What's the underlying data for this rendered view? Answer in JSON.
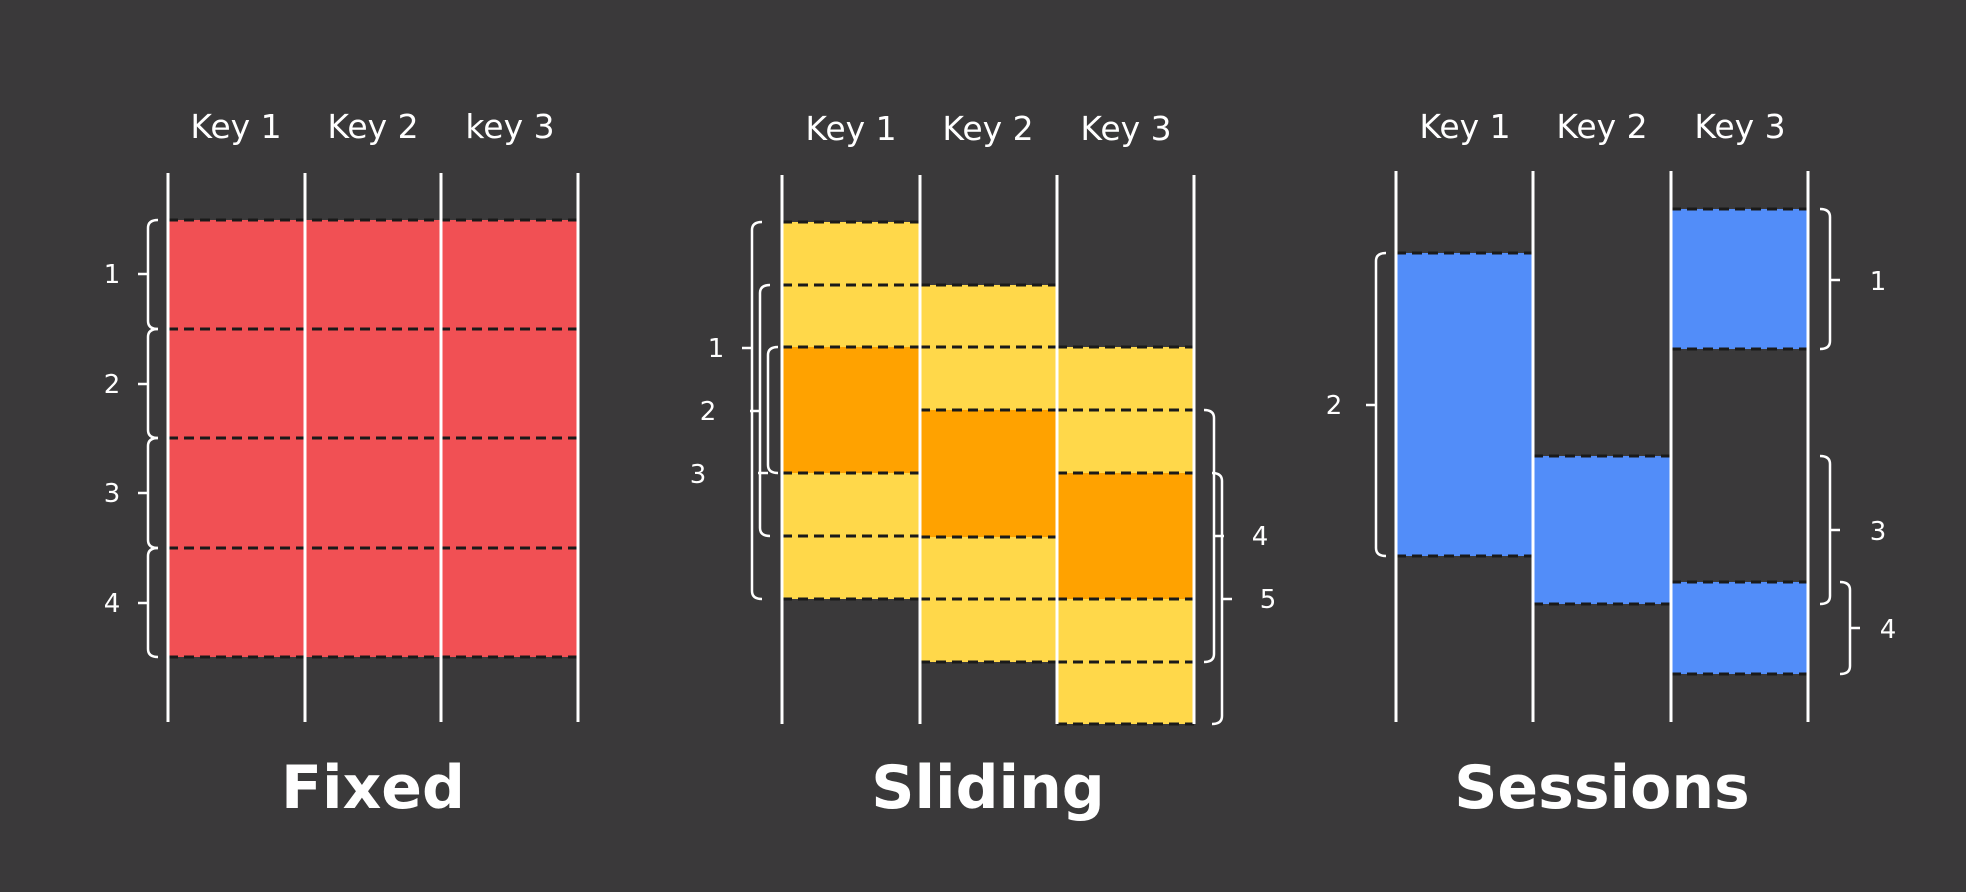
{
  "colors": {
    "background": "#3a393a",
    "fixed_fill": "#f15054",
    "sliding_light": "#ffd84a",
    "sliding_dark": "#ffa200",
    "sessions_fill": "#528df9",
    "lines": "#ffffff",
    "dash": "#1a1a1a"
  },
  "panels": [
    {
      "id": "fixed",
      "title": "Fixed",
      "keys": [
        "Key 1",
        "Key 2",
        "key 3"
      ],
      "windows": [
        {
          "label": "1"
        },
        {
          "label": "2"
        },
        {
          "label": "3"
        },
        {
          "label": "4"
        }
      ]
    },
    {
      "id": "sliding",
      "title": "Sliding",
      "keys": [
        "Key 1",
        "Key 2",
        "Key 3"
      ],
      "windows": [
        {
          "label": "1"
        },
        {
          "label": "2"
        },
        {
          "label": "3"
        },
        {
          "label": "4"
        },
        {
          "label": "5"
        }
      ]
    },
    {
      "id": "sessions",
      "title": "Sessions",
      "keys": [
        "Key 1",
        "Key 2",
        "Key 3"
      ],
      "windows": [
        {
          "label": "1"
        },
        {
          "label": "2"
        },
        {
          "label": "3"
        },
        {
          "label": "4"
        }
      ]
    }
  ]
}
